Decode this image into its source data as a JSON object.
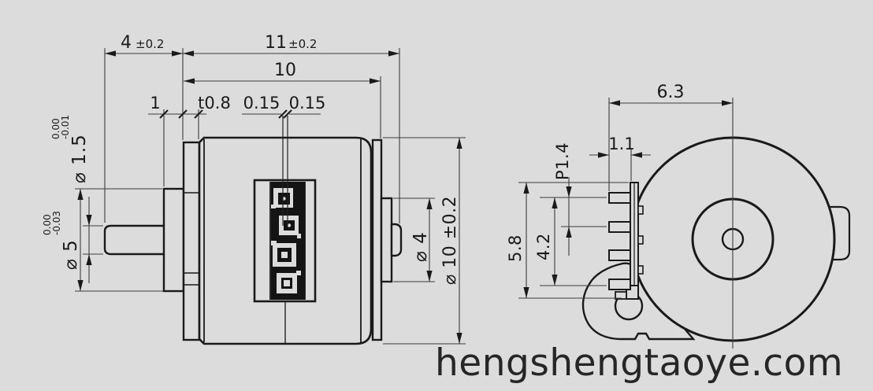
{
  "watermark": {
    "text": "hengshengtaoye.com"
  },
  "side_view": {
    "dim_shaft_protrusion": "4",
    "dim_shaft_protrusion_tol": "±0.2",
    "dim_total_length": "11",
    "dim_total_length_tol": "±0.2",
    "dim_body_length": "10",
    "dim_boss_protrusion": "1",
    "dim_plate_thickness": "t0.8",
    "dim_seam_left": "0.15",
    "dim_seam_right": "0.15",
    "dim_shaft_dia": "⌀ 1.5",
    "dim_shaft_dia_tol_upper": "0.00",
    "dim_shaft_dia_tol_lower": "-0.01",
    "dim_front_boss_dia": "⌀ 5",
    "dim_front_boss_dia_tol_upper": "0.00",
    "dim_front_boss_dia_tol_lower": "-0.03",
    "dim_rear_boss_dia": "⌀ 4",
    "dim_body_dia": "⌀ 10 ±0.2"
  },
  "front_view": {
    "dim_pin_tip_to_center": "6.3",
    "dim_pin_length": "1.1",
    "dim_pin_pitch": "P1.4",
    "dim_pin_span": "4.2",
    "dim_connector_height": "5.8"
  }
}
